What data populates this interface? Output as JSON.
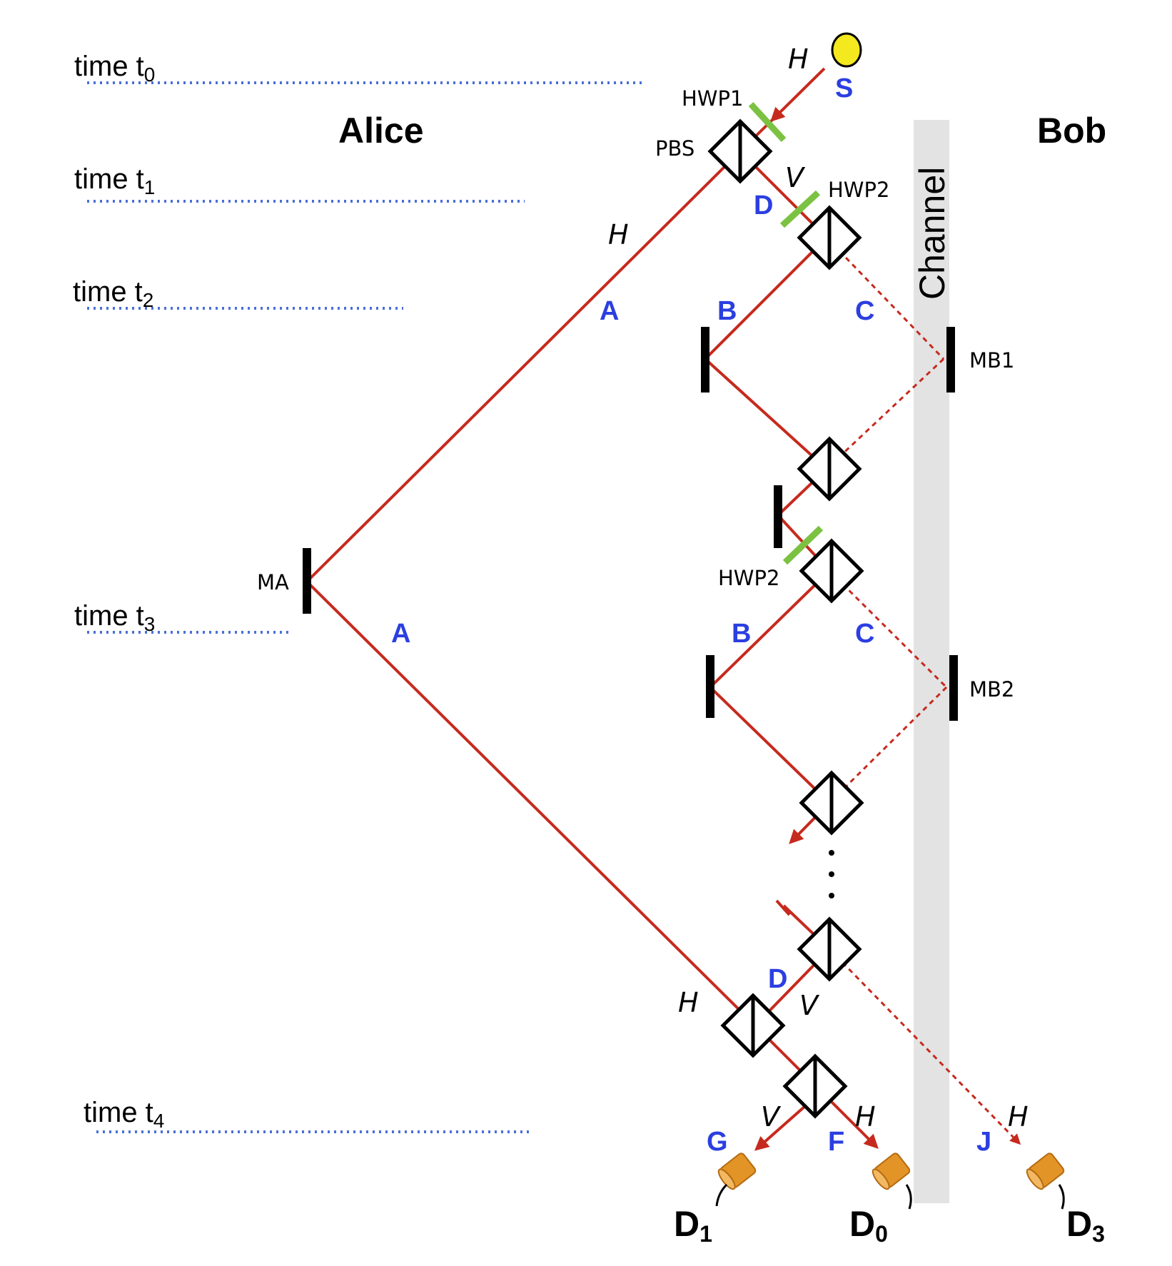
{
  "timeline_labels": [
    "time t0",
    "time t1",
    "time t2",
    "time t3",
    "time t4"
  ],
  "parties": {
    "alice": "Alice",
    "bob": "Bob"
  },
  "channel_label": "Channel",
  "source_label": "S",
  "components": {
    "hwp1": "HWP1",
    "pbs": "PBS",
    "hwp2_top": "HWP2",
    "hwp2_mid": "HWP2",
    "ma": "MA",
    "mb1": "MB1",
    "mb2": "MB2"
  },
  "polarizations": {
    "source_h": "H",
    "pbs_h": "H",
    "pbs_v": "V",
    "final_h": "H",
    "final_v": "V",
    "out_v": "V",
    "out_h": "H",
    "bob_h": "H"
  },
  "path_labels": {
    "a_upper": "A",
    "a_lower": "A",
    "b_upper": "B",
    "b_lower": "B",
    "c_upper": "C",
    "c_lower": "C",
    "d_upper": "D",
    "d_lower": "D",
    "g": "G",
    "f": "F",
    "j": "J"
  },
  "detectors": {
    "d1": {
      "letter": "D",
      "sub": "1"
    },
    "d0": {
      "letter": "D",
      "sub": "0"
    },
    "d3": {
      "letter": "D",
      "sub": "3"
    }
  },
  "colors": {
    "beam": "#c62a1e",
    "path_label": "#2b3fe0",
    "timeline": "#4a6fd8",
    "half_wave_plate": "#7cc242",
    "channel": "#e3e3e3",
    "source": "#f4e81e",
    "detector": "#e39427"
  }
}
